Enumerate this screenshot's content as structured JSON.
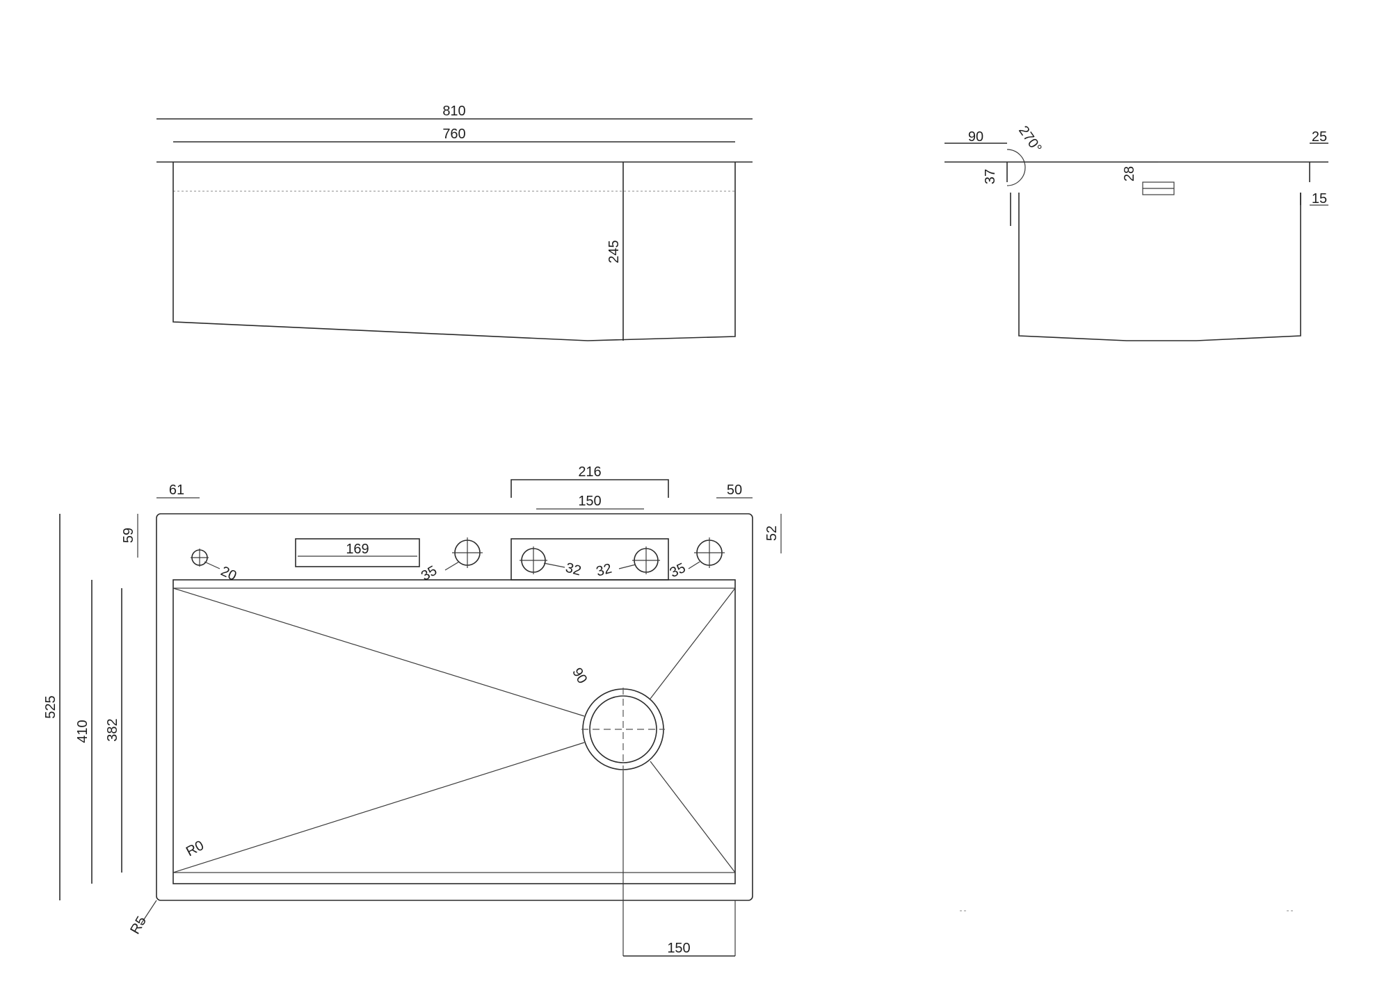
{
  "colors": {
    "line": "#2a2a2a",
    "text": "#1e1e1e",
    "background": "#ffffff"
  },
  "dimensions": {
    "front_total_width": "810",
    "front_inner_width": "760",
    "front_depth": "245",
    "side_flange_left": "90",
    "side_angle": "270°",
    "side_lip": "37",
    "side_step": "28",
    "side_right_flange": "25",
    "side_right_lip": "15",
    "top_left_offset": "61",
    "top_tray_width": "216",
    "top_tray_inner": "150",
    "top_right_offset": "50",
    "top_left_depth": "59",
    "top_right_depth": "52",
    "top_slot_width": "169",
    "hole_small": "20",
    "hole_left_large": "35",
    "hole_mid_left": "32",
    "hole_mid_right": "32",
    "hole_right_large": "35",
    "drain_diameter": "90",
    "corner_inner_radius": "R0",
    "corner_outer_radius": "R5",
    "overall_depth": "525",
    "bowl_depth": "410",
    "bowl_inner_depth": "382",
    "drain_offset": "150"
  }
}
